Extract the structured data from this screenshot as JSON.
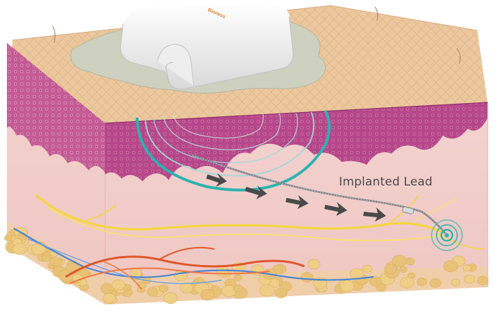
{
  "diagram": {
    "lead_label": "Implanted Lead",
    "device_brand": "Bioness",
    "colors": {
      "skin_surface": "#ecc89e",
      "epidermis": "#b6478a",
      "dermis": "#f1cfcc",
      "fat": "#e8c277",
      "nerve": "#f4d640",
      "artery": "#e0552a",
      "vein": "#4a86d6",
      "signal": "#2cb3b0",
      "arrow": "#4a4a4a",
      "patch": "#cfd1c0",
      "device": "#f4f4f4"
    },
    "icons": [
      "external-device",
      "adhesive-patch",
      "field-arc",
      "flow-arrow",
      "lead-tip-target"
    ]
  }
}
